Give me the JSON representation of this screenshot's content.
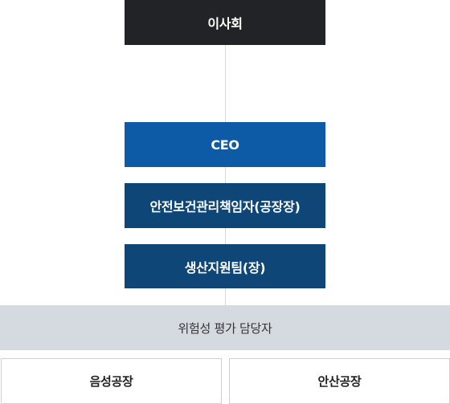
{
  "org": {
    "board": "이사회",
    "ceo": "CEO",
    "safety_officer": "안전보건관리책임자(공장장)",
    "support_team": "생산지원팀(장)",
    "risk_assessment": "위험성 평가 담당자",
    "plants": [
      "음성공장",
      "안산공장"
    ]
  },
  "colors": {
    "board": "#222326",
    "ceo": "#0d5aa7",
    "navy": "#0e4677",
    "bar": "#d5dae1"
  }
}
